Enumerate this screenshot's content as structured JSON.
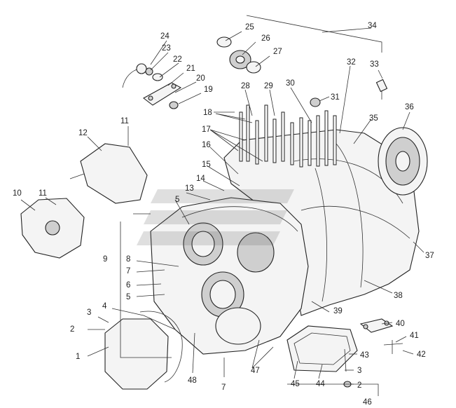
{
  "labels": {
    "l1": "1",
    "l2": "2",
    "l3": "3",
    "l4": "4",
    "l5": "5",
    "l6": "6",
    "l7": "7",
    "l8": "8",
    "l9": "9",
    "l10": "10",
    "l11": "11",
    "l12": "12",
    "l13": "13",
    "l14": "14",
    "l15": "15",
    "l16": "16",
    "l17": "17",
    "l18": "18",
    "l19": "19",
    "l20": "20",
    "l21": "21",
    "l22": "22",
    "l23": "23",
    "l24": "24",
    "l25": "25",
    "l26": "26",
    "l27": "27",
    "l28": "28",
    "l29": "29",
    "l30": "30",
    "l31": "31",
    "l32": "32",
    "l33": "33",
    "l34": "34",
    "l35": "35",
    "l36": "36",
    "l37": "37",
    "l38": "38",
    "l39": "39",
    "l40": "40",
    "l41": "41",
    "l42": "42",
    "l43": "43",
    "l44": "44",
    "l45": "45",
    "l46": "46",
    "l47": "47",
    "l48": "48"
  }
}
